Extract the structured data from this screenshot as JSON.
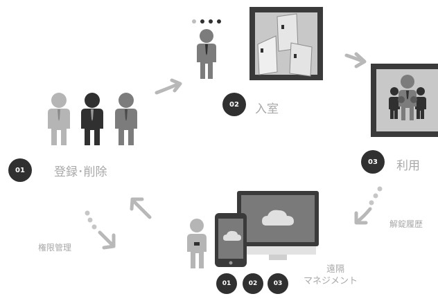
{
  "steps": [
    {
      "number": "01",
      "label": "登録･削除"
    },
    {
      "number": "02",
      "label": "入室"
    },
    {
      "number": "03",
      "label": "利用"
    }
  ],
  "annotations": {
    "unlock_history": "解錠履歴",
    "permission_management": "権限管理",
    "remote_line1": "遠隔",
    "remote_line2": "マネジメント"
  },
  "bottom_badges": [
    "01",
    "02",
    "03"
  ],
  "icons": [
    "people-icon",
    "person-icon",
    "doors-icon",
    "meeting-icon",
    "devices-icon",
    "arrow-icon",
    "dots-icon"
  ],
  "colors": {
    "badge": "#303030",
    "dark_figure": "#303030",
    "mid_figure": "#7a7a7a",
    "light_figure": "#b4b4b4",
    "frame": "#3a3a3a",
    "arrow": "#b8b8b8",
    "text": "#a8a8a8"
  }
}
